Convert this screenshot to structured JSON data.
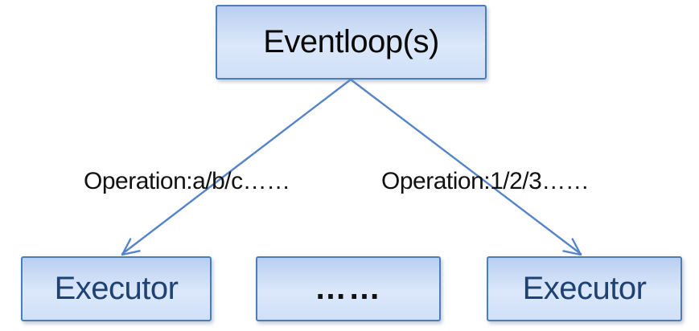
{
  "diagram": {
    "root": {
      "label": "Eventloop(s)"
    },
    "edges": [
      {
        "label": "Operation:a/b/c……"
      },
      {
        "label": "Operation:1/2/3……"
      }
    ],
    "nodes": [
      {
        "label": "Executor"
      },
      {
        "label": "……"
      },
      {
        "label": "Executor"
      }
    ],
    "colors": {
      "node_border": "#4a7ebb",
      "node_fill_top": "#b9cff0",
      "node_fill_mid": "#dce8fa",
      "node_fill_bottom": "#cfe0f7",
      "arrow_color": "#5585c8",
      "executor_text": "#1e4273",
      "root_text": "#0a0a0a",
      "label_text": "#111111"
    }
  }
}
